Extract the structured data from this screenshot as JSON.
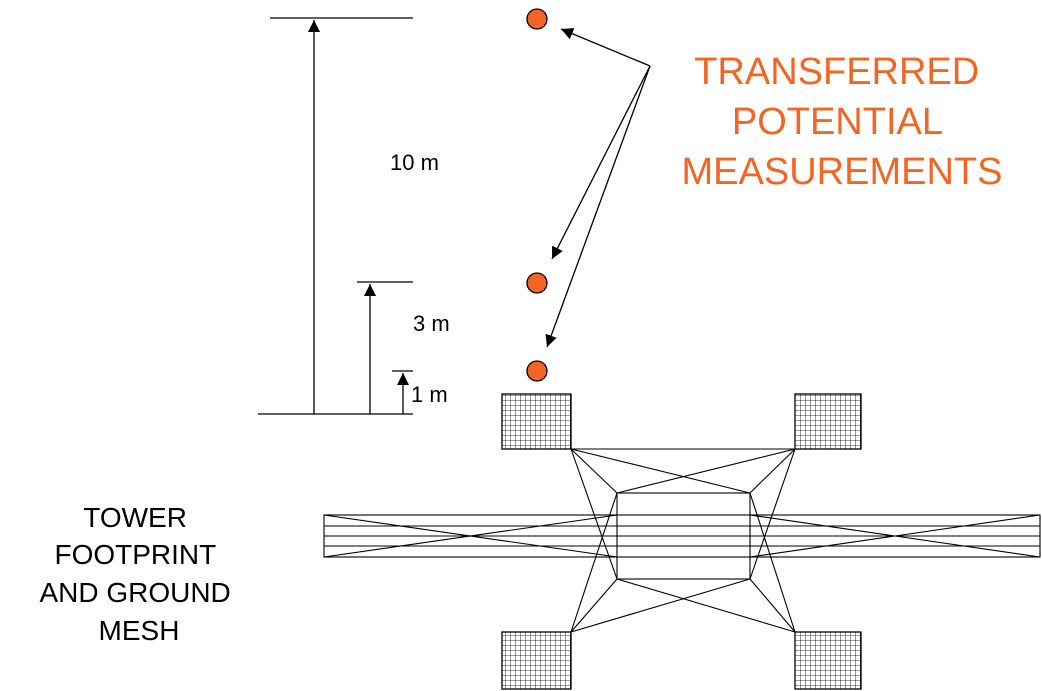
{
  "colors": {
    "stroke": "#000000",
    "accent": "#f26522",
    "background": "#ffffff"
  },
  "heights": [
    {
      "name": "height-10m",
      "label": "10 m"
    },
    {
      "name": "height-3m",
      "label": "3 m"
    },
    {
      "name": "height-1m",
      "label": "1 m"
    }
  ],
  "measurements": {
    "title_lines": [
      "TRANSFERRED",
      "POTENTIAL",
      "MEASUREMENTS"
    ],
    "point_count": 3
  },
  "tower": {
    "label_lines": [
      "TOWER",
      "FOOTPRINT",
      "AND GROUND",
      "MESH"
    ],
    "footing_count": 4
  }
}
